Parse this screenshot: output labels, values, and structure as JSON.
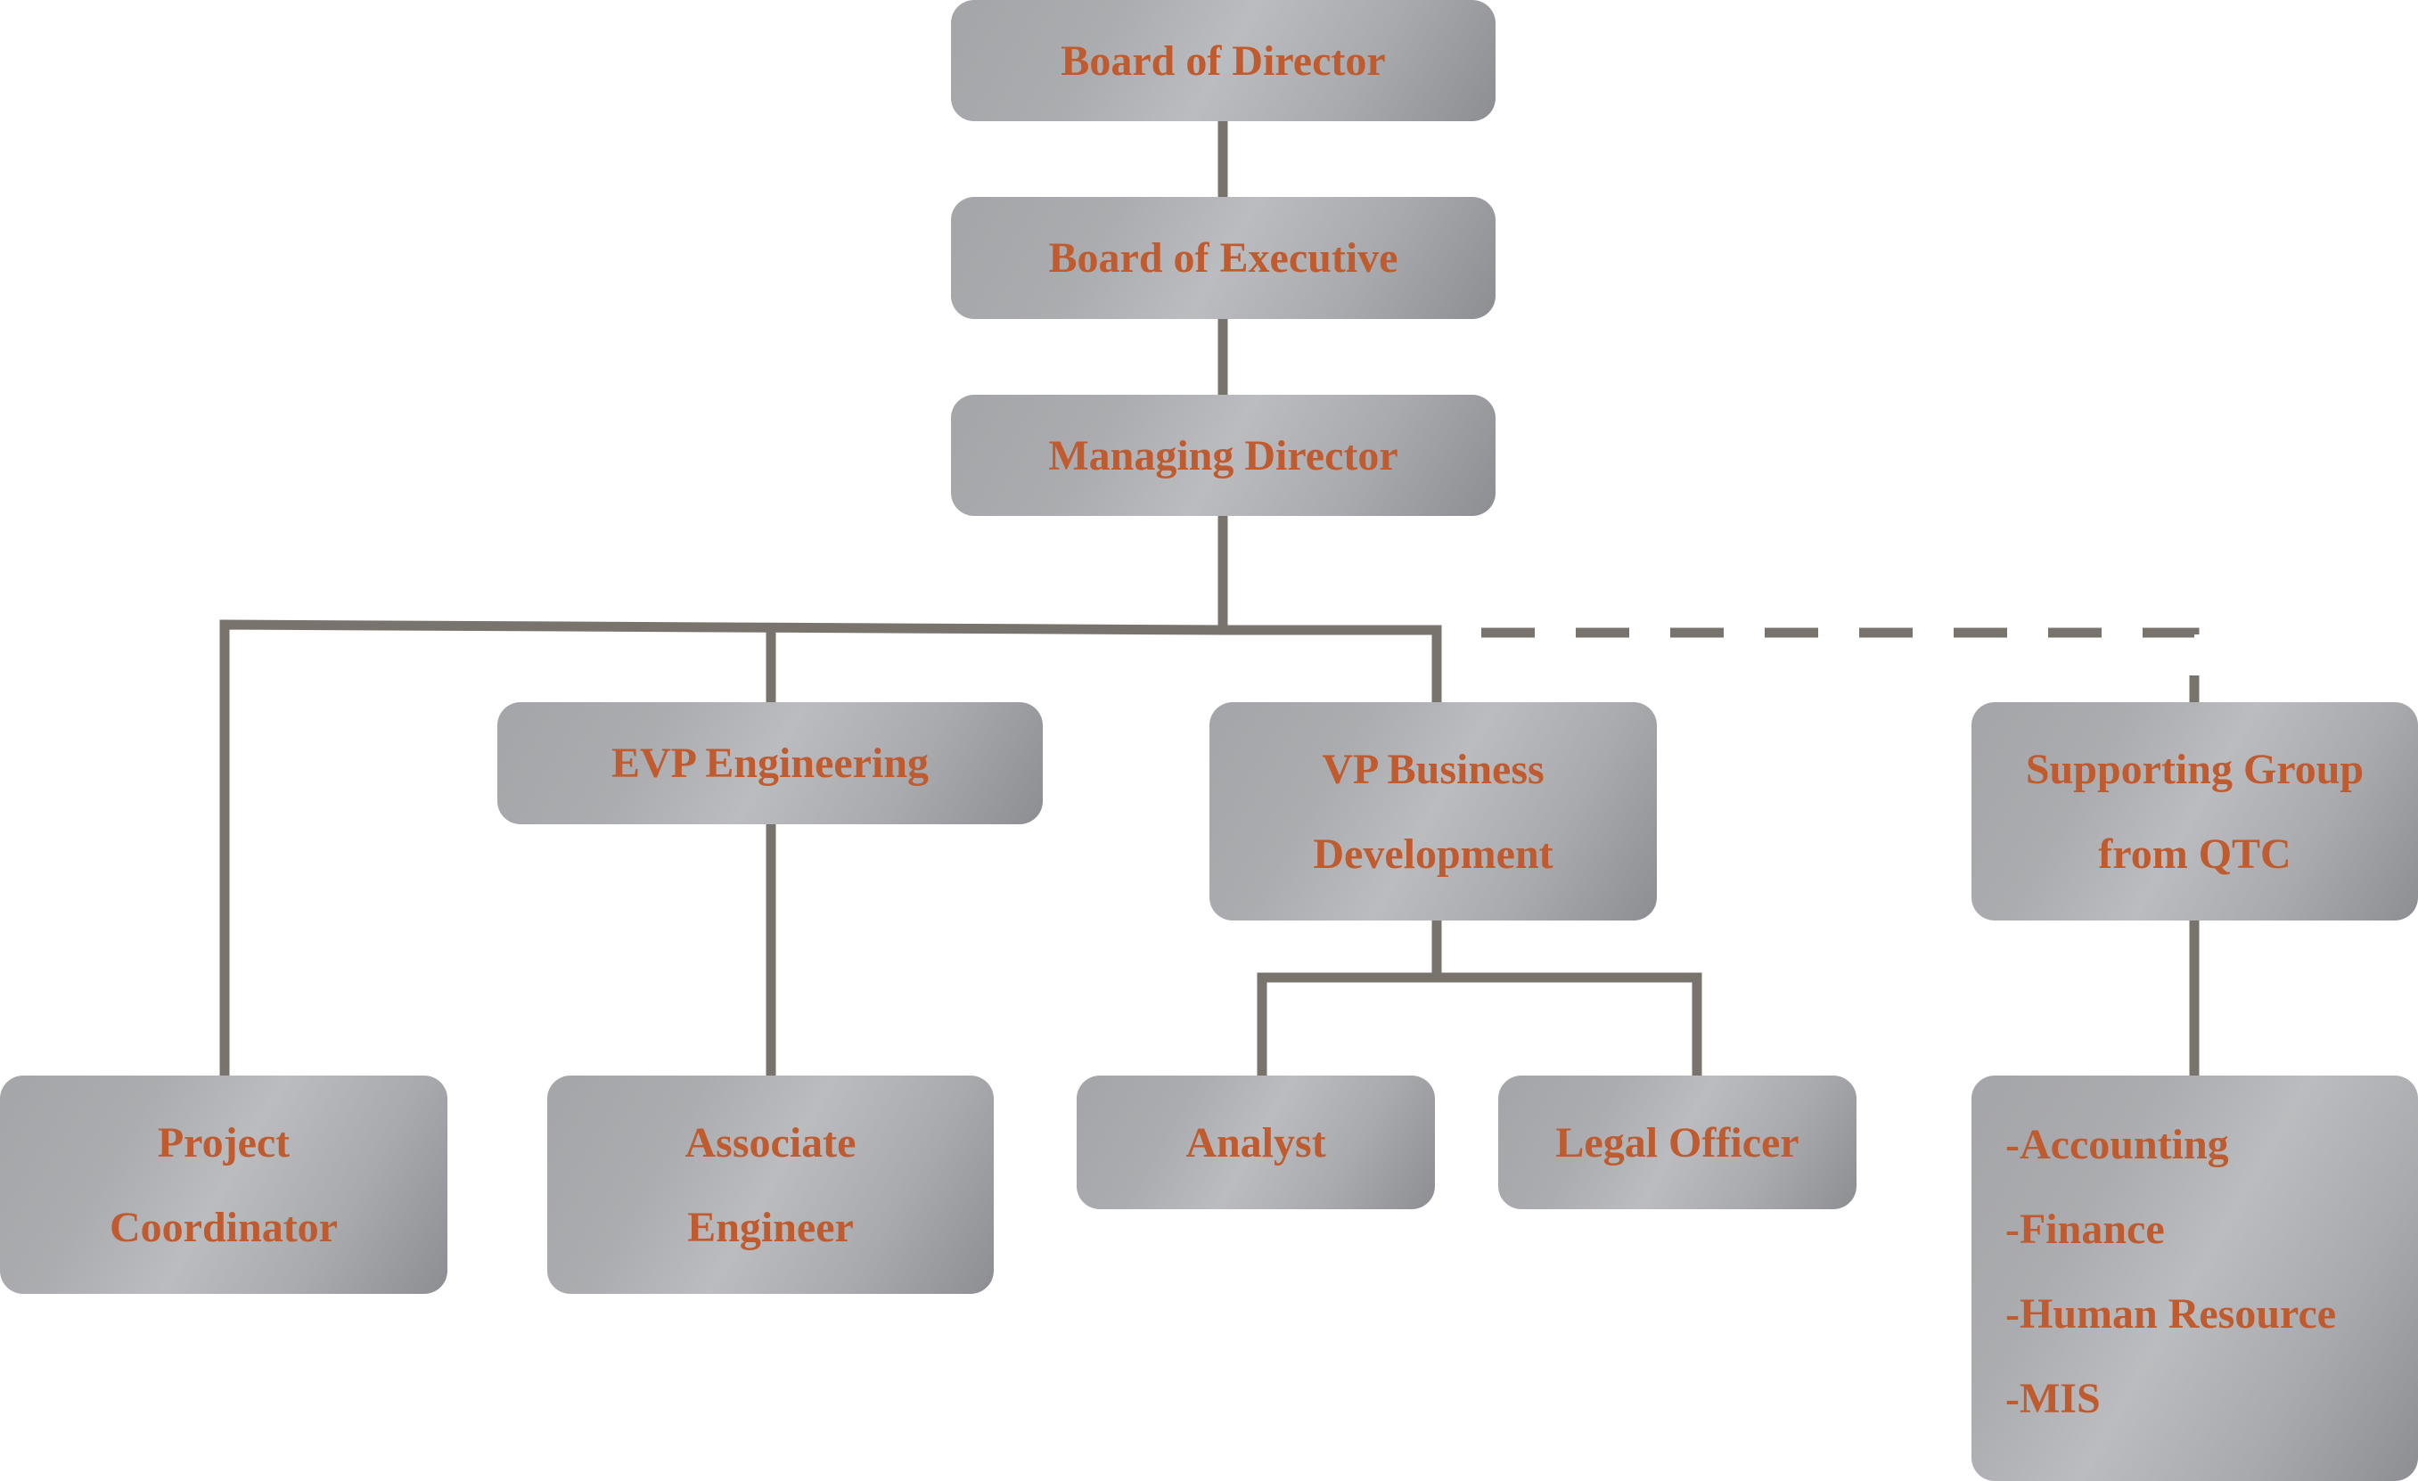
{
  "diagram": {
    "nodes": {
      "board_of_director": {
        "lines": [
          "Board of Director"
        ]
      },
      "board_of_executive": {
        "lines": [
          "Board of Executive"
        ]
      },
      "managing_director": {
        "lines": [
          "Managing Director"
        ]
      },
      "evp_engineering": {
        "lines": [
          "EVP Engineering"
        ]
      },
      "vp_business_development": {
        "lines": [
          "VP Business",
          "Development"
        ]
      },
      "supporting_group": {
        "lines": [
          "Supporting Group",
          "from QTC"
        ]
      },
      "project_coordinator": {
        "lines": [
          "Project",
          "Coordinator"
        ]
      },
      "associate_engineer": {
        "lines": [
          "Associate",
          "Engineer"
        ]
      },
      "analyst": {
        "lines": [
          "Analyst"
        ]
      },
      "legal_officer": {
        "lines": [
          "Legal Officer"
        ]
      },
      "support_functions": {
        "lines": [
          "-Accounting",
          "-Finance",
          "-Human Resource",
          "-MIS"
        ]
      }
    },
    "edges": [
      {
        "from": "board_of_director",
        "to": "board_of_executive",
        "style": "solid"
      },
      {
        "from": "board_of_executive",
        "to": "managing_director",
        "style": "solid"
      },
      {
        "from": "managing_director",
        "to": "project_coordinator",
        "style": "solid"
      },
      {
        "from": "managing_director",
        "to": "evp_engineering",
        "style": "solid"
      },
      {
        "from": "managing_director",
        "to": "vp_business_development",
        "style": "solid"
      },
      {
        "from": "managing_director",
        "to": "supporting_group",
        "style": "dashed"
      },
      {
        "from": "evp_engineering",
        "to": "associate_engineer",
        "style": "solid"
      },
      {
        "from": "vp_business_development",
        "to": "analyst",
        "style": "solid"
      },
      {
        "from": "vp_business_development",
        "to": "legal_officer",
        "style": "solid"
      },
      {
        "from": "supporting_group",
        "to": "support_functions",
        "style": "solid"
      }
    ],
    "colors": {
      "text": "#bf5b2e",
      "connector": "#78736d",
      "box_light": "#bbbcbf",
      "box_dark": "#8d8e92"
    }
  }
}
